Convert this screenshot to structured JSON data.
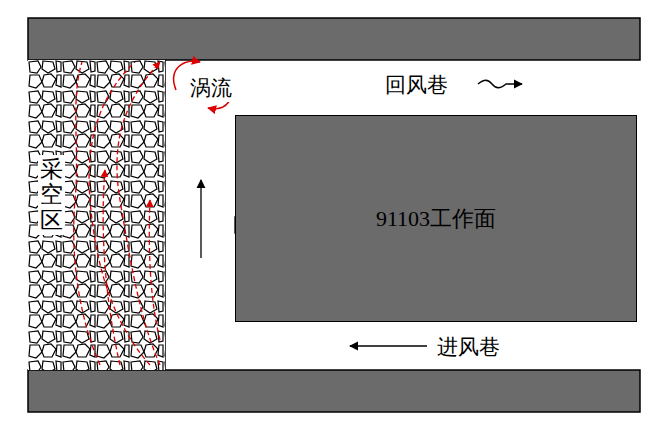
{
  "diagram": {
    "nodes": [
      {
        "text": [
          "采空区"
        ]
      },
      {
        "text": [
          "91103工作面"
        ]
      }
    ],
    "labels": [
      "涡流",
      "回风巷",
      "进风巷"
    ]
  }
}
